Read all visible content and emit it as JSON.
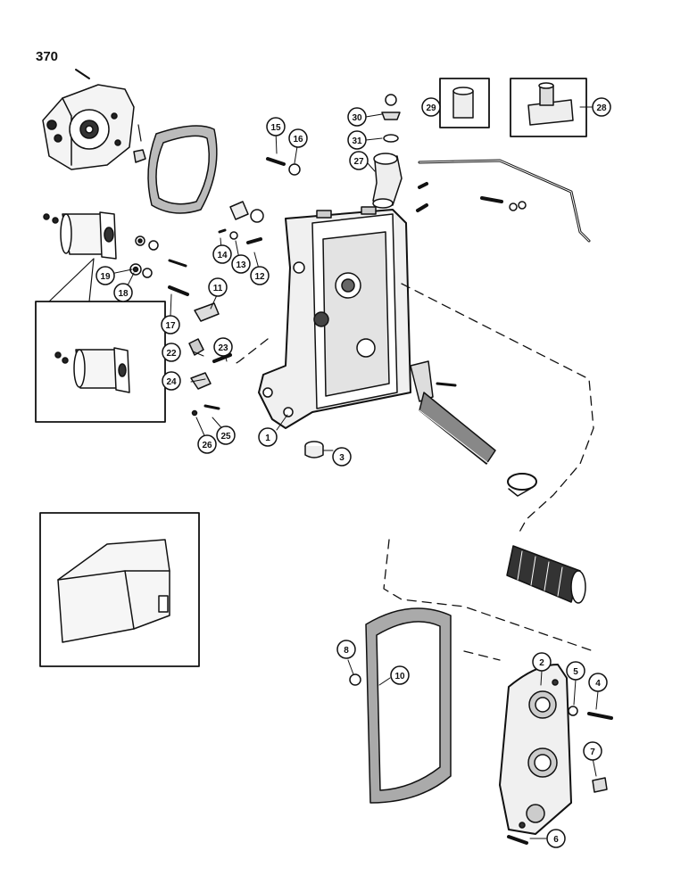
{
  "page_number": "370",
  "callouts": [
    {
      "id": "c1",
      "label": "1"
    },
    {
      "id": "c2",
      "label": "2"
    },
    {
      "id": "c3",
      "label": "3"
    },
    {
      "id": "c4",
      "label": "4"
    },
    {
      "id": "c5",
      "label": "5"
    },
    {
      "id": "c6",
      "label": "6"
    },
    {
      "id": "c7",
      "label": "7"
    },
    {
      "id": "c8",
      "label": "8"
    },
    {
      "id": "c10",
      "label": "10"
    },
    {
      "id": "c11",
      "label": "11"
    },
    {
      "id": "c12",
      "label": "12"
    },
    {
      "id": "c13",
      "label": "13"
    },
    {
      "id": "c14",
      "label": "14"
    },
    {
      "id": "c15",
      "label": "15"
    },
    {
      "id": "c16",
      "label": "16"
    },
    {
      "id": "c17",
      "label": "17"
    },
    {
      "id": "c18",
      "label": "18"
    },
    {
      "id": "c19",
      "label": "19"
    },
    {
      "id": "c22",
      "label": "22"
    },
    {
      "id": "c23",
      "label": "23"
    },
    {
      "id": "c24",
      "label": "24"
    },
    {
      "id": "c25",
      "label": "25"
    },
    {
      "id": "c26",
      "label": "26"
    },
    {
      "id": "c27",
      "label": "27"
    },
    {
      "id": "c28",
      "label": "28"
    },
    {
      "id": "c29",
      "label": "29"
    },
    {
      "id": "c30",
      "label": "30"
    },
    {
      "id": "c31",
      "label": "31"
    }
  ]
}
